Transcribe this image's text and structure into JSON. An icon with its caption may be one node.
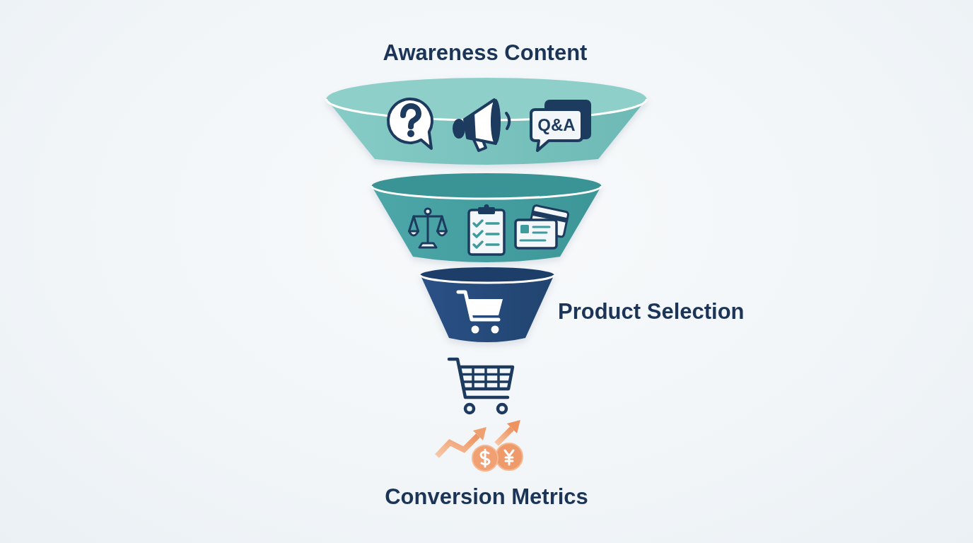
{
  "diagram": {
    "nodes": [
      {
        "text": [],
        "shape": "trapezoid",
        "beside": [
          "Awareness Content"
        ]
      },
      {
        "text": [],
        "shape": "trapezoid"
      },
      {
        "text": [],
        "shape": "trapezoid",
        "beside": [
          "Product Selection"
        ]
      }
    ],
    "labels": [
      "Q&A",
      "Conversion Metrics"
    ]
  }
}
